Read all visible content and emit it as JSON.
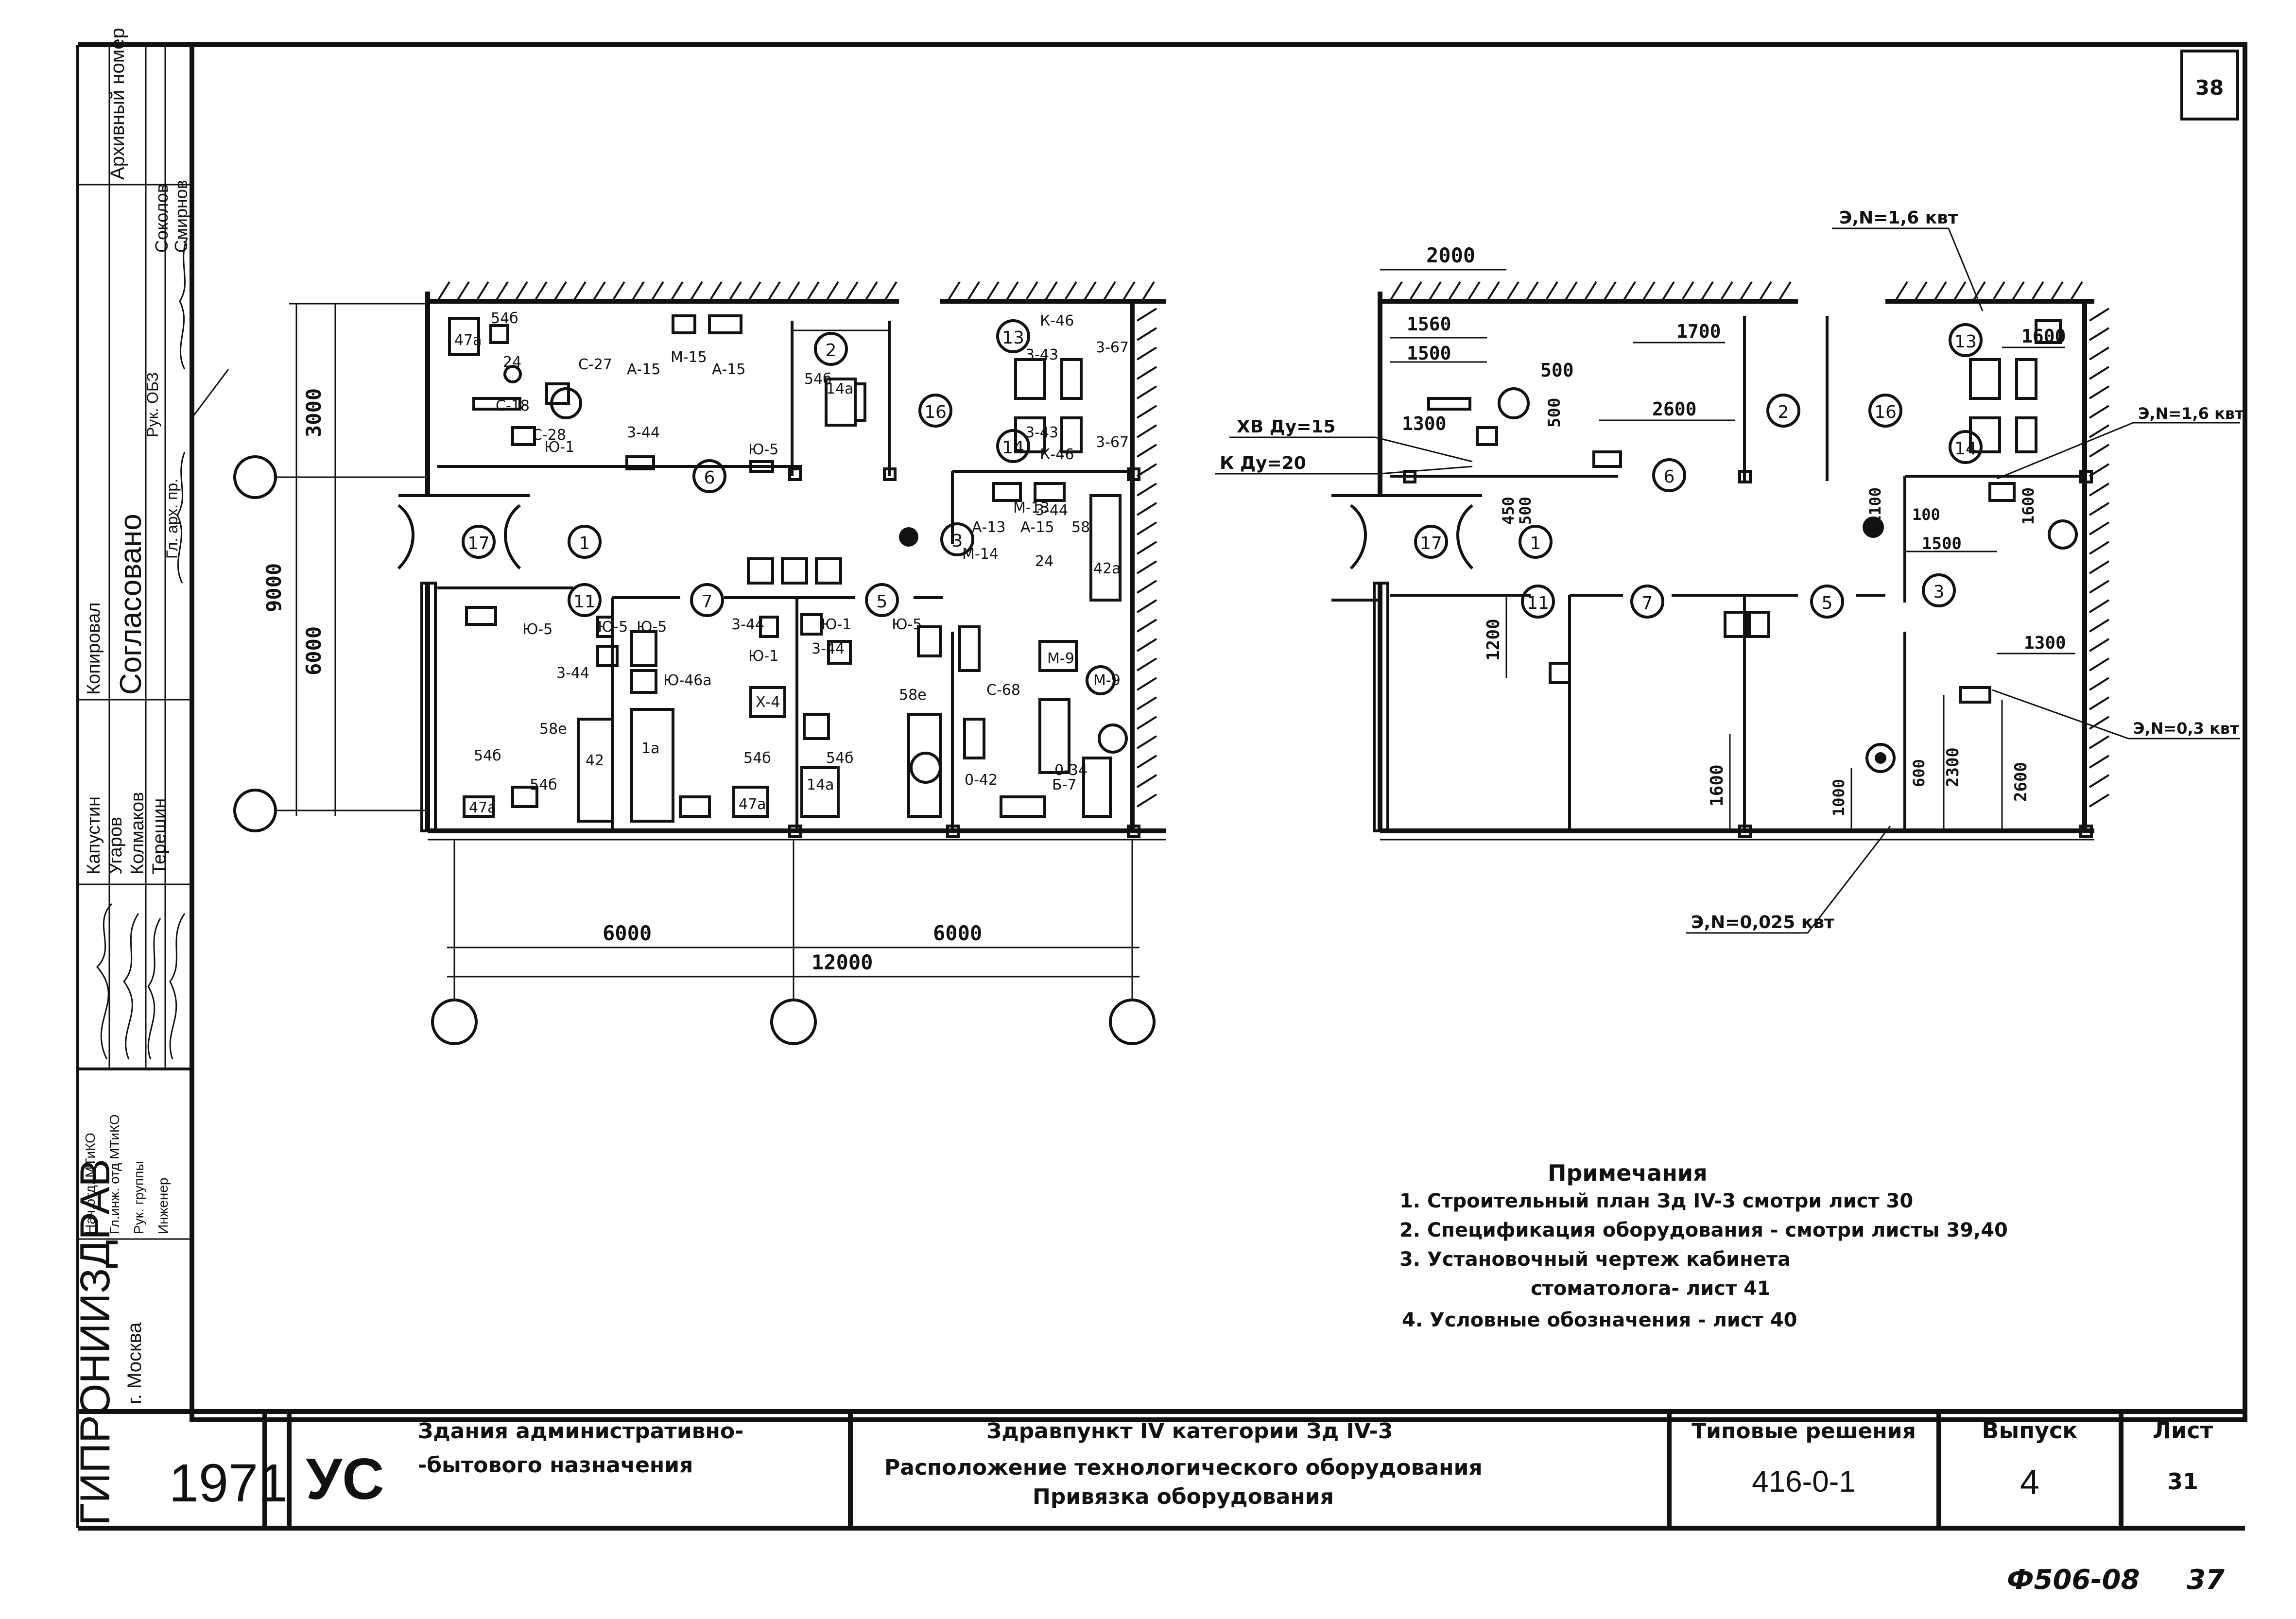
{
  "sheet_badge": "38",
  "footer_note_left": "Ф506-08",
  "footer_note_right": "37",
  "left_plan": {
    "dims": {
      "d3000": "3000",
      "d9000": "9000",
      "d6000v": "6000",
      "d6000a": "6000",
      "d6000b": "6000",
      "d12000": "12000"
    },
    "rooms": [
      "17",
      "1",
      "2",
      "6",
      "11",
      "7",
      "5",
      "3",
      "13",
      "14",
      "16"
    ],
    "equipment": [
      "54б",
      "47а",
      "24",
      "С-27",
      "А-15",
      "М-15",
      "А-15",
      "С-18",
      "С-28",
      "Ю-1",
      "3-44",
      "Ю-5",
      "14а",
      "54б",
      "К-46",
      "3-43",
      "3-67",
      "К-46",
      "3-43",
      "3-67",
      "М-13",
      "А-13",
      "А-15",
      "3-44",
      "М-14",
      "58",
      "24",
      "42а",
      "Ю-5",
      "Ю-5",
      "Ю-5",
      "3-44",
      "Ю-46а",
      "Ю-1",
      "3-44",
      "Ю-1",
      "3-44",
      "Ю-5",
      "Х-4",
      "58е",
      "54б",
      "54б",
      "42",
      "1а",
      "47а",
      "47а",
      "54б",
      "14а",
      "54б",
      "58е",
      "С-68",
      "М-9",
      "М-9",
      "0-42",
      "0-34",
      "Б-7"
    ]
  },
  "right_plan": {
    "dims": {
      "d2000": "2000",
      "d1560": "1560",
      "d1500a": "1500",
      "d500a": "500",
      "d1300": "1300",
      "d500b": "500",
      "d1700": "1700",
      "d2600": "2600",
      "d1600a": "1600",
      "d1100": "1100",
      "d100": "100",
      "d1500b": "1500",
      "d1600b": "1600",
      "d450": "450",
      "d500c": "500",
      "d1200": "1200",
      "d1300b": "1300",
      "d1600c": "1600",
      "d1000": "1000",
      "d600": "600",
      "d2300": "2300",
      "d2600b": "2600"
    },
    "callouts": {
      "power1": "Э,N=1,6 квт",
      "power2": "Э,N=1,6 квт",
      "power3": "Э,N=0,3 квт",
      "power4": "Э,N=0,025 квт",
      "water1": "ХВ Ду=15",
      "water2": "К Ду=20"
    },
    "rooms": [
      "2",
      "16",
      "13",
      "14",
      "6",
      "17",
      "1",
      "11",
      "7",
      "5",
      "3"
    ]
  },
  "notes": {
    "title": "Примечания",
    "items": [
      "1. Строительный план Зд IV-3 смотри лист 30",
      "2. Спецификация оборудования - смотри листы 39,40",
      "3. Установочный чертеж кабинета",
      "стоматолога- лист 41",
      "4. Условные обозначения - лист 40"
    ]
  },
  "left_strip": {
    "archive_label": "Архивный номер",
    "copied": "Копировал",
    "approved": "Согласовано",
    "sokolov": "Соколов",
    "smirnov": "Смирнов",
    "ruk_obz": "Рук. ОБЗ",
    "gl_arh": "Гл. арх. пр.",
    "names": [
      "Капустин",
      "Угаров",
      "Колмаков",
      "Терешин"
    ],
    "roles": [
      "Нач.отд. МТиКО",
      "Гл.инж. отд МТиКО",
      "Рук. группы",
      "Инженер"
    ],
    "org": "ГИПРОНИИЗДРАВ",
    "city": "г. Москва"
  },
  "title_block": {
    "year": "1971",
    "series": "УС",
    "building_type_1": "Здания административно-",
    "building_type_2": "-бытового назначения",
    "subject_1": "Здравпункт IV     категории Зд IV-3",
    "subject_2": "Расположение технологического оборудования",
    "subject_3": "Привязка оборудования",
    "typical_label": "Типовые решения",
    "typical_value": "416-0-1",
    "issue_label": "Выпуск",
    "issue_value": "4",
    "sheet_label": "Лист",
    "sheet_value": "31"
  }
}
